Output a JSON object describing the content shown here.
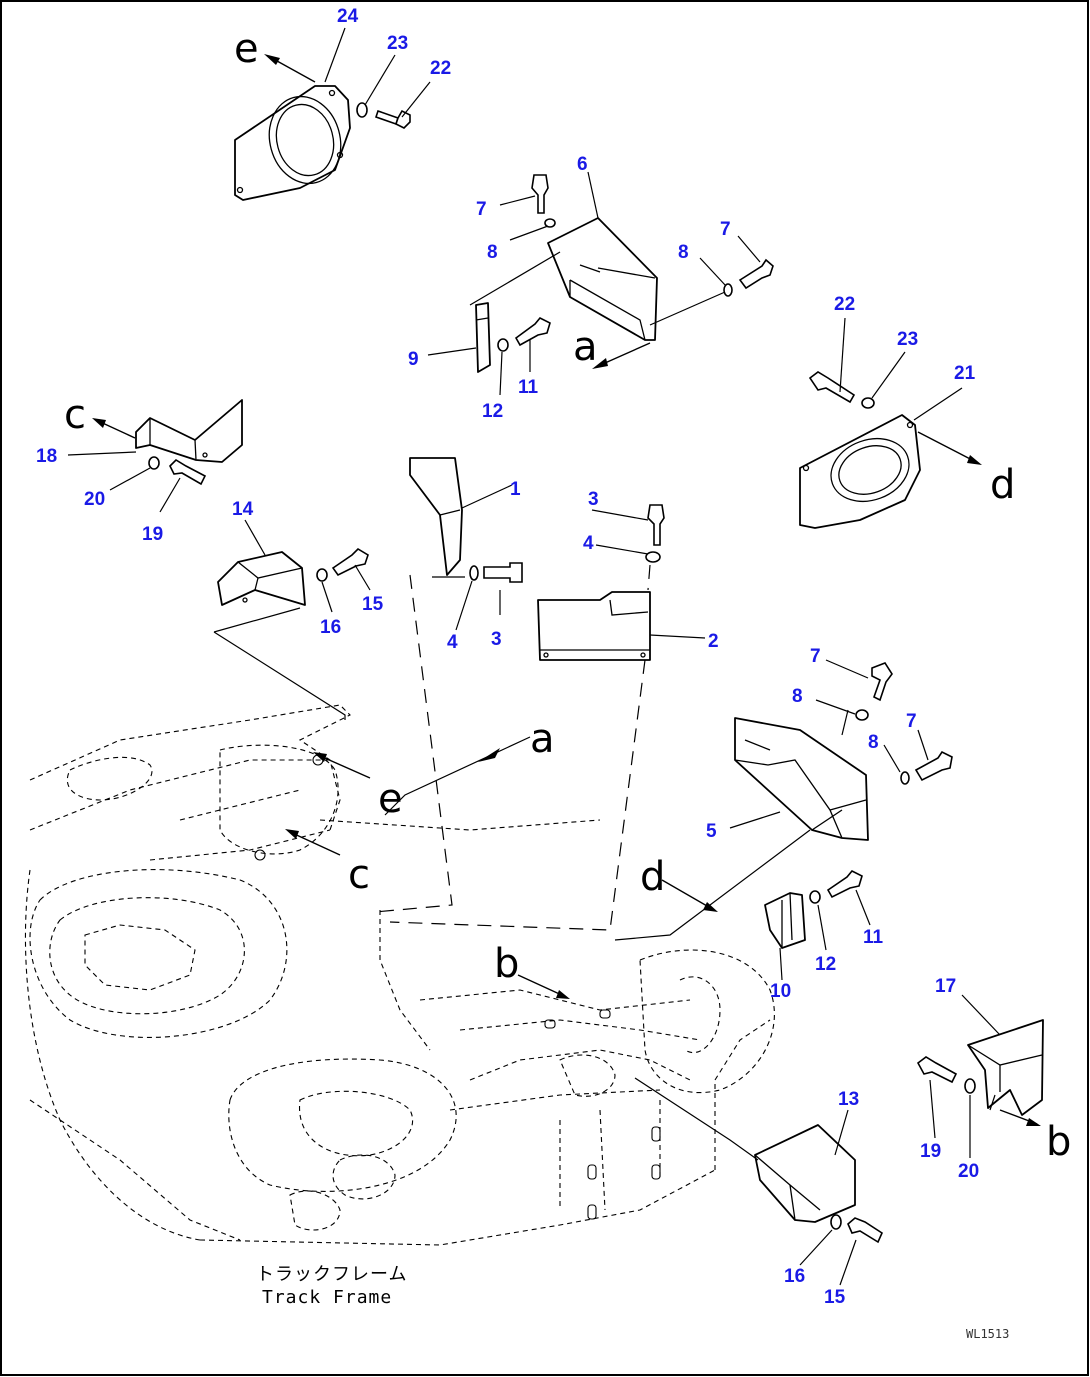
{
  "callouts": {
    "c1": "1",
    "c2": "2",
    "c3a": "3",
    "c3b": "3",
    "c4a": "4",
    "c4b": "4",
    "c5": "5",
    "c6": "6",
    "c7a": "7",
    "c7b": "7",
    "c7c": "7",
    "c7d": "7",
    "c8a": "8",
    "c8b": "8",
    "c8c": "8",
    "c8d": "8",
    "c9": "9",
    "c10": "10",
    "c11a": "11",
    "c11b": "11",
    "c12a": "12",
    "c12b": "12",
    "c13": "13",
    "c14": "14",
    "c15a": "15",
    "c15b": "15",
    "c16a": "16",
    "c16b": "16",
    "c17": "17",
    "c18": "18",
    "c19a": "19",
    "c19b": "19",
    "c20a": "20",
    "c20b": "20",
    "c21": "21",
    "c22a": "22",
    "c22b": "22",
    "c23a": "23",
    "c23b": "23",
    "c24": "24"
  },
  "view_letters": {
    "a_part": "a",
    "a_frame": "a",
    "b_part": "b",
    "b_frame": "b",
    "c_part": "c",
    "c_frame": "c",
    "d_part": "d",
    "d_frame": "d",
    "e_part": "e",
    "e_frame": "e"
  },
  "caption": {
    "japanese": "トラックフレーム",
    "english": "Track Frame"
  },
  "drawing_ref": "WL1513",
  "colors": {
    "callout": "#1a1ae6",
    "line": "#000000"
  }
}
